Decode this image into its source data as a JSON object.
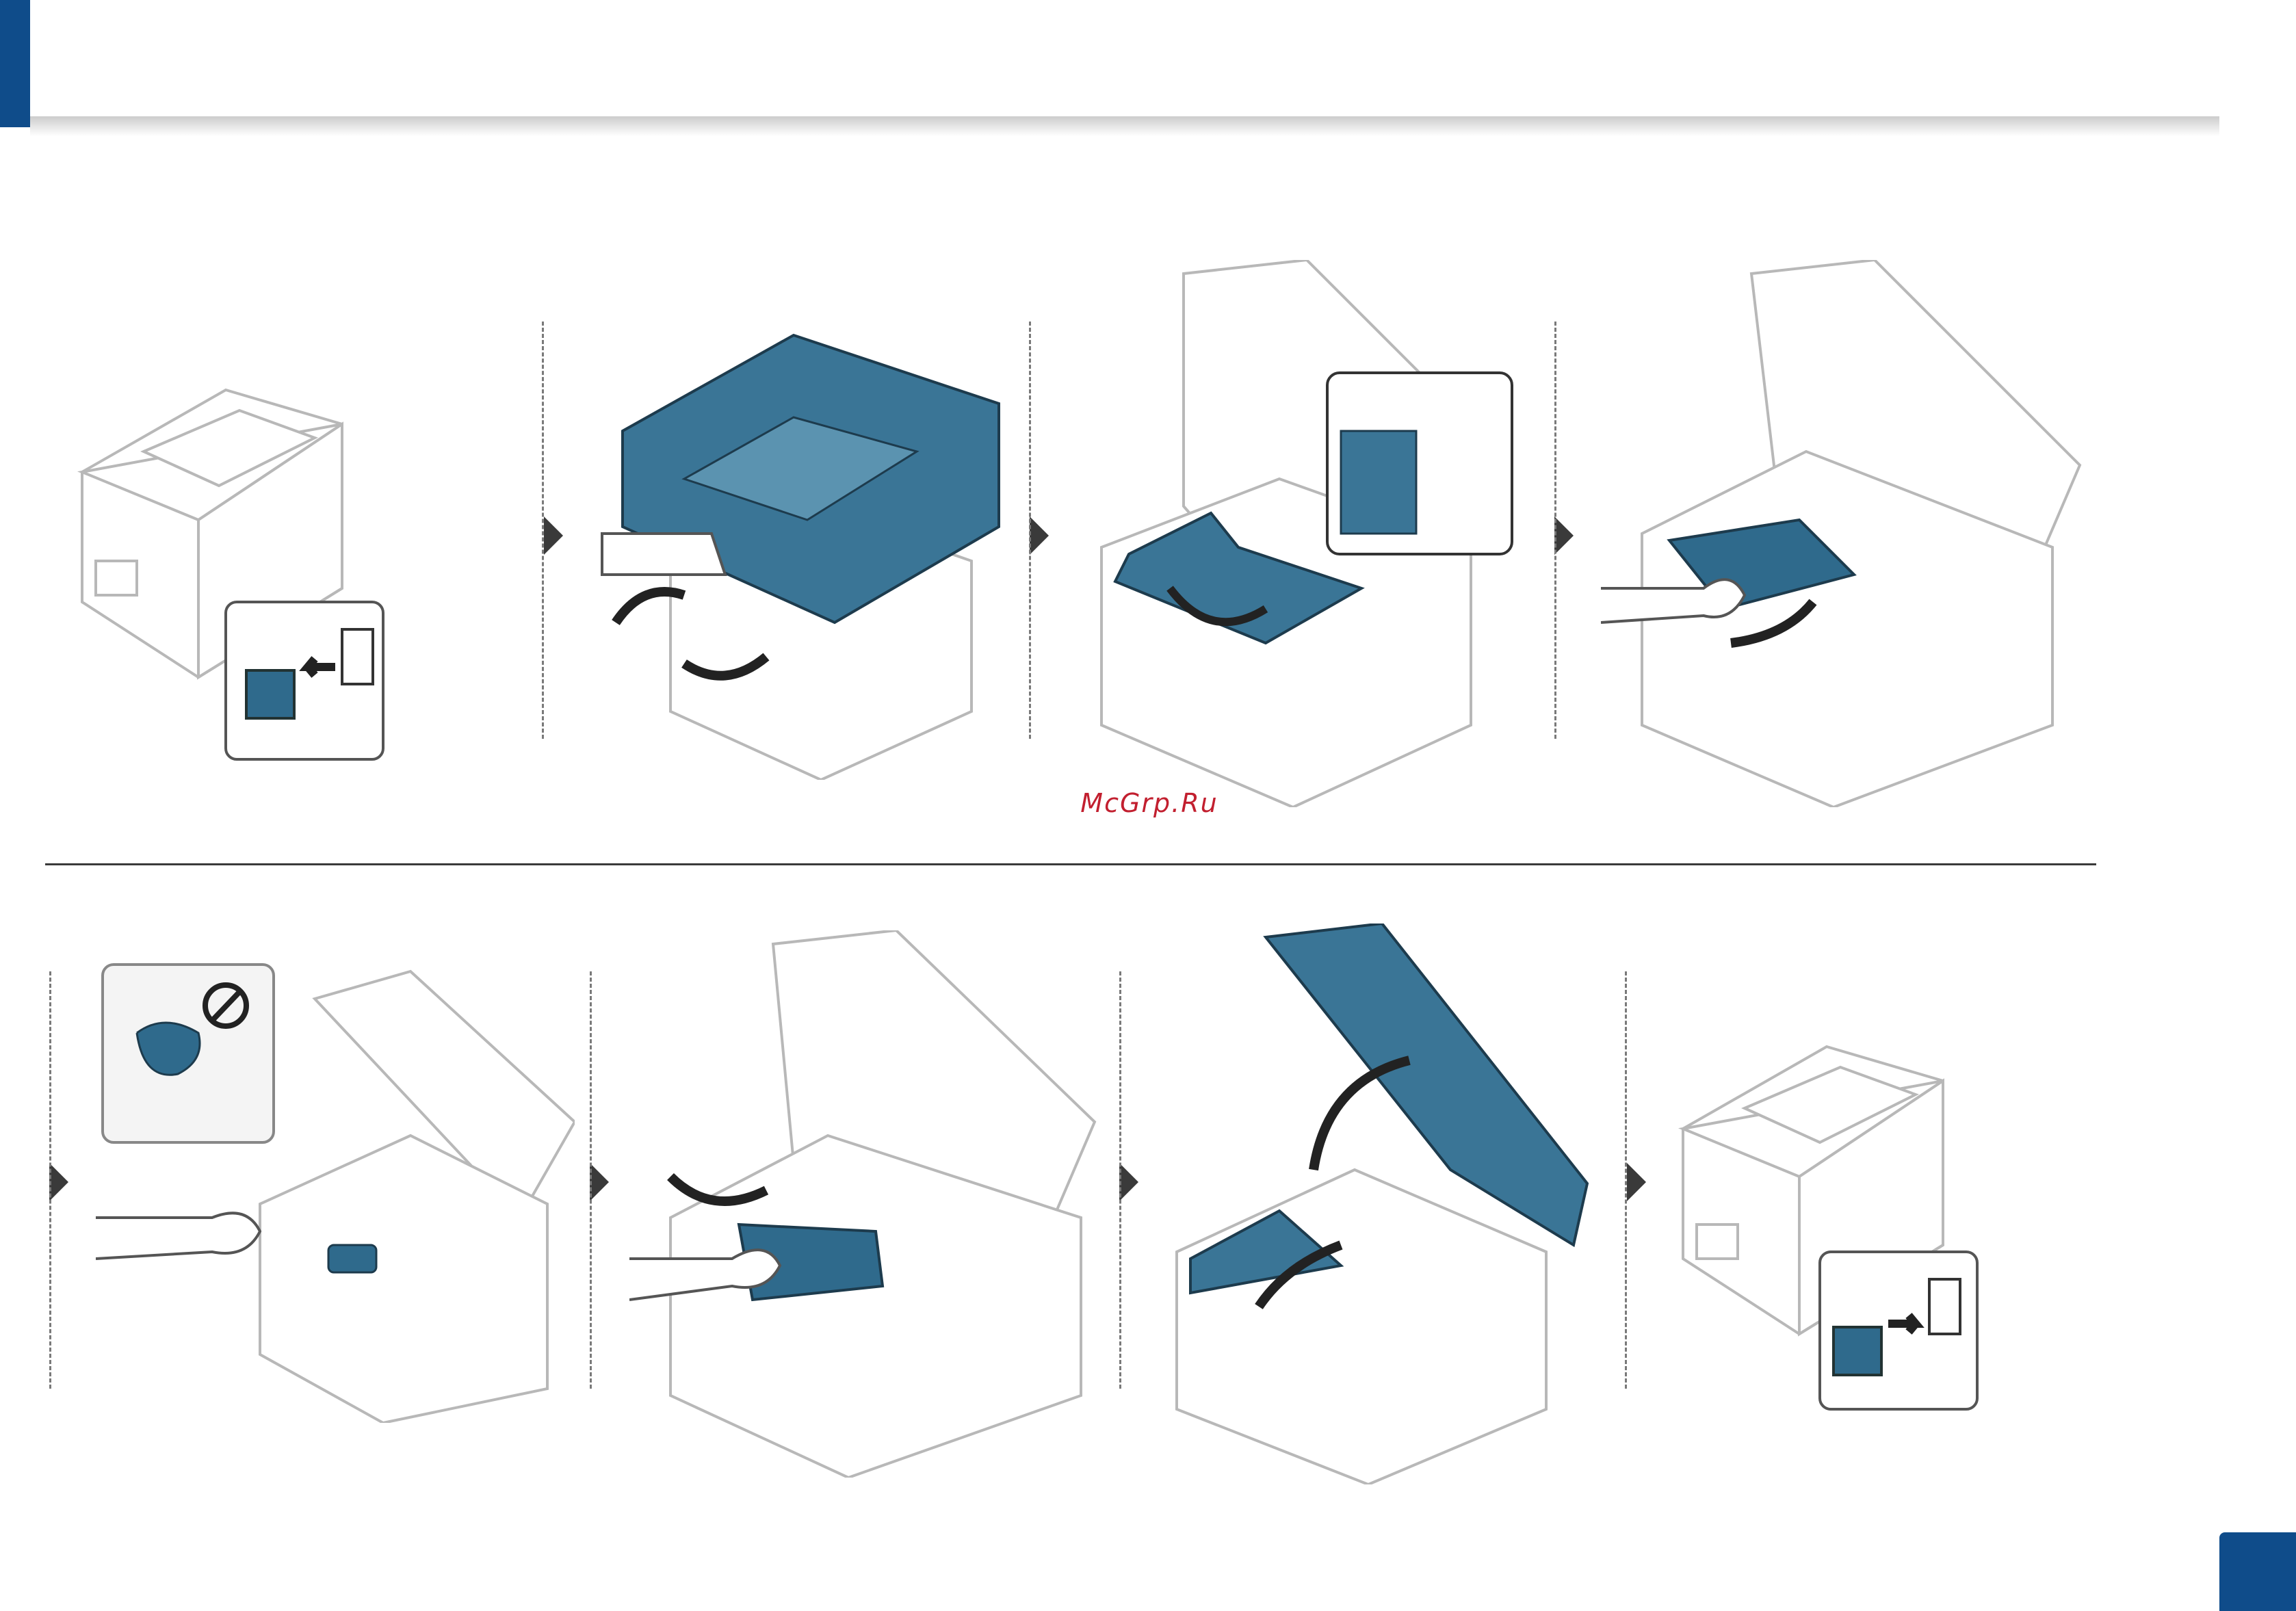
{
  "watermark": {
    "text": "McGrp.Ru"
  },
  "colors": {
    "accent": "#0f4c8a",
    "illustration_blue": "#2f6a8c",
    "outline_gray": "#b8b8b8"
  },
  "steps": [
    {
      "id": 1,
      "icon": "unplug-power-cord-icon"
    },
    {
      "id": 2,
      "icon": "lift-scan-unit-icon"
    },
    {
      "id": 3,
      "icon": "open-inner-cover-icon"
    },
    {
      "id": 4,
      "icon": "remove-toner-cartridge-icon"
    },
    {
      "id": 5,
      "icon": "wipe-with-dry-cloth-icon"
    },
    {
      "id": 6,
      "icon": "reinsert-toner-cartridge-icon"
    },
    {
      "id": 7,
      "icon": "close-scan-unit-icon"
    },
    {
      "id": 8,
      "icon": "plug-power-cord-icon"
    }
  ]
}
